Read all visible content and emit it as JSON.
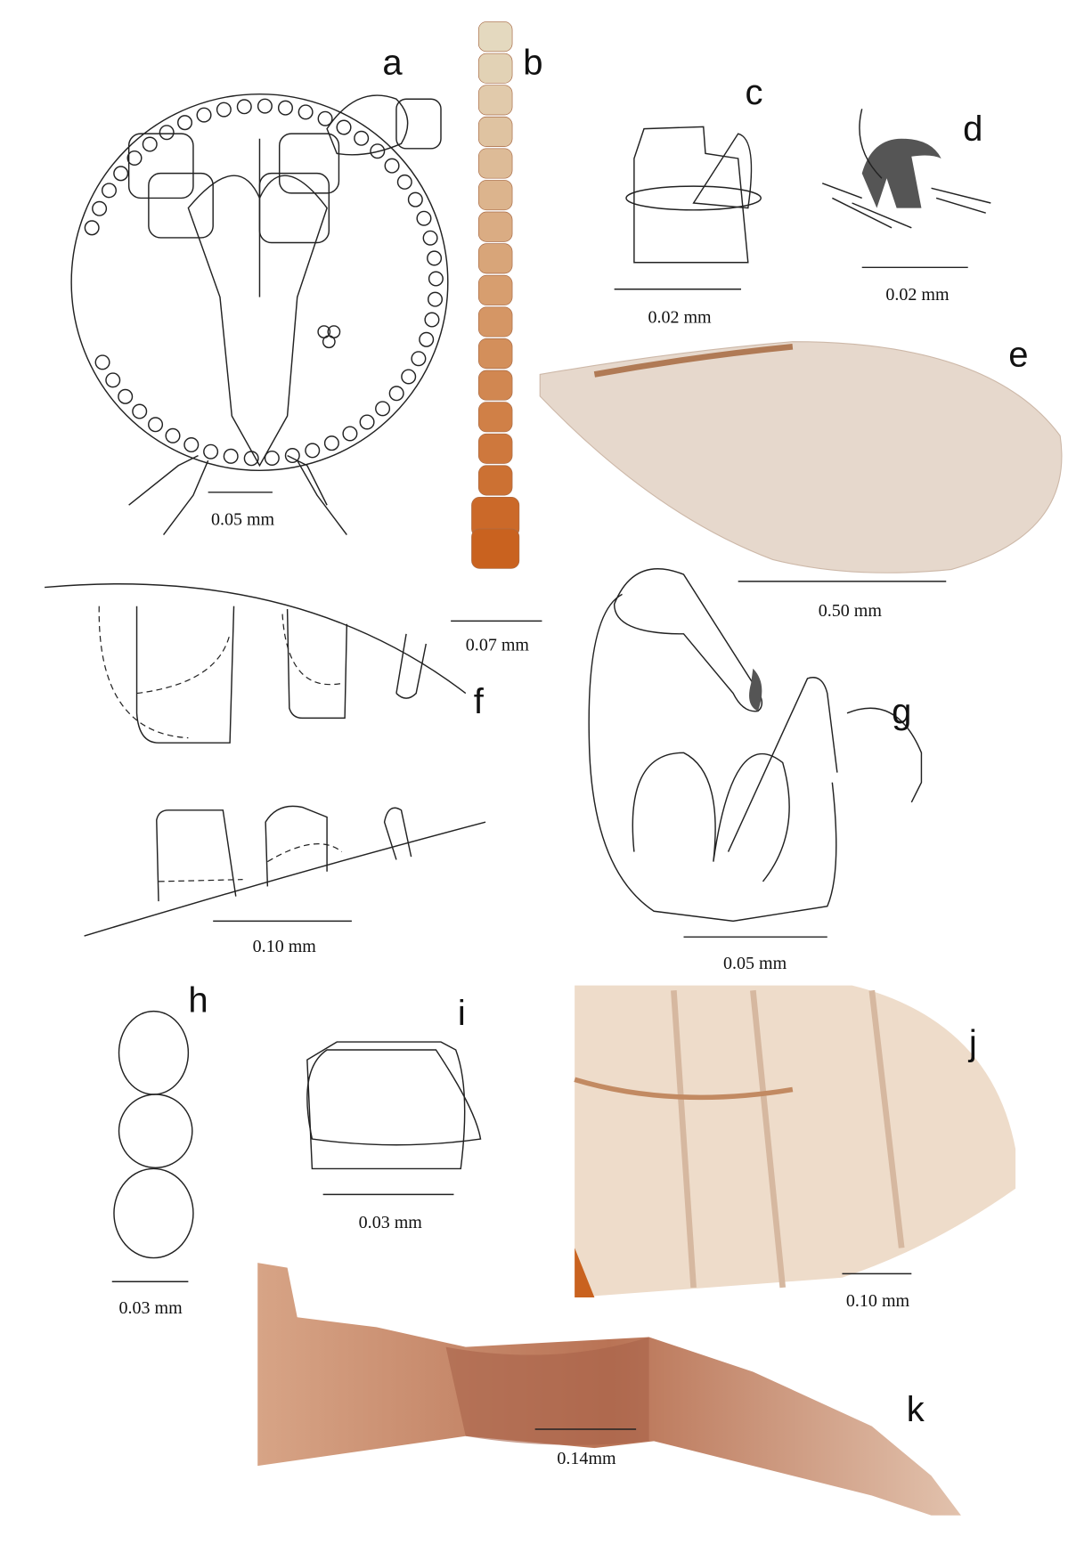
{
  "panels": [
    {
      "label": "a",
      "scale": "0.05 mm"
    },
    {
      "label": "b",
      "scale": "0.07 mm"
    },
    {
      "label": "c",
      "scale": "0.02 mm"
    },
    {
      "label": "d",
      "scale": "0.02 mm"
    },
    {
      "label": "e",
      "scale": "0.50 mm"
    },
    {
      "label": "f",
      "scale": "0.10 mm"
    },
    {
      "label": "g",
      "scale": "0.05 mm"
    },
    {
      "label": "h",
      "scale": "0.03 mm"
    },
    {
      "label": "i",
      "scale": "0.03 mm"
    },
    {
      "label": "j",
      "scale": "0.10 mm"
    },
    {
      "label": "k",
      "scale": "0.14mm"
    }
  ],
  "colors": {
    "ink": "#222222",
    "antenna_light": "#e6d6b8",
    "antenna_dark": "#c96a2a",
    "wing": "#e8d8ca",
    "slide": "#ecd6bd",
    "claw": "#555555"
  }
}
